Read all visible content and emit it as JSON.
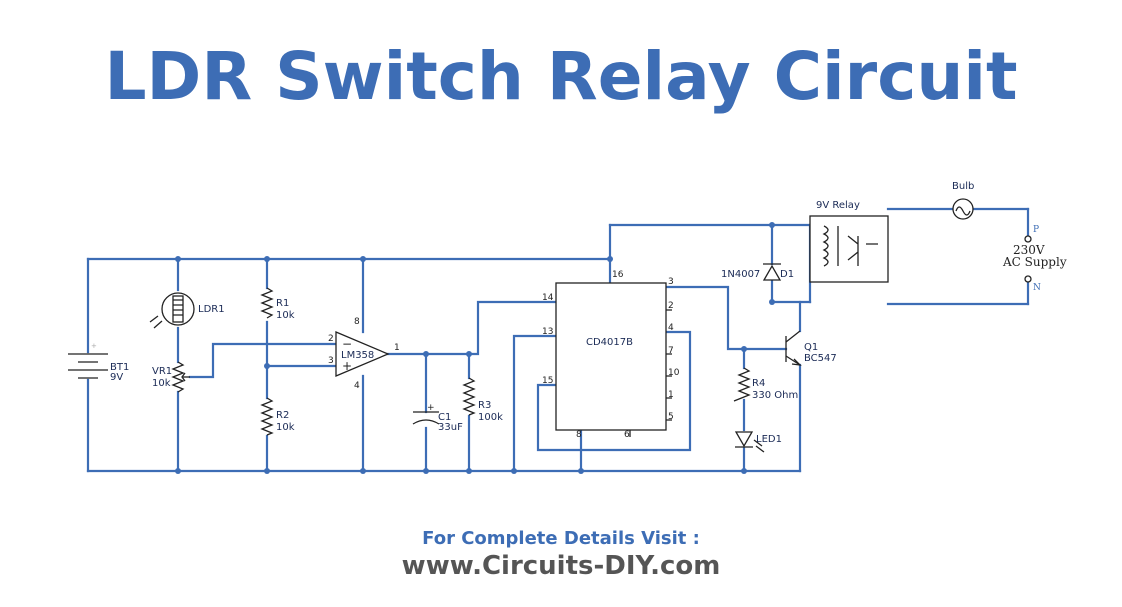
{
  "title": "LDR Switch Relay Circuit",
  "footer": {
    "line1": "For Complete Details Visit :",
    "line2": "www.Circuits-DIY.com"
  },
  "components": {
    "bt1": {
      "ref": "BT1",
      "value": "9V"
    },
    "ldr1": {
      "ref": "LDR1"
    },
    "vr1": {
      "ref": "VR1",
      "value": "10k"
    },
    "r1": {
      "ref": "R1",
      "value": "10k"
    },
    "r2": {
      "ref": "R2",
      "value": "10k"
    },
    "u1": {
      "ref": "LM358",
      "pin_minus": "2",
      "pin_plus": "3",
      "pin_out": "1",
      "pin_vcc": "8",
      "pin_gnd": "4"
    },
    "c1": {
      "ref": "C1",
      "value": "33uF"
    },
    "r3": {
      "ref": "R3",
      "value": "100k"
    },
    "u2": {
      "ref": "CD4017B",
      "pins": {
        "p16": "16",
        "p14": "14",
        "p13": "13",
        "p15": "15",
        "p8": "8",
        "p6": "6",
        "p3": "3",
        "p2": "2",
        "p4": "4",
        "p7": "7",
        "p10": "10",
        "p1": "1",
        "p5": "5"
      }
    },
    "d1": {
      "ref": "D1",
      "value": "1N4007"
    },
    "relay": {
      "ref": "9V Relay"
    },
    "r4": {
      "ref": "R4",
      "value": "330 Ohm"
    },
    "led1": {
      "ref": "LED1"
    },
    "q1": {
      "ref": "Q1",
      "value": "BC547"
    },
    "bulb": {
      "ref": "Bulb"
    },
    "supply": {
      "line1": "230V",
      "line2": "AC Supply",
      "p": "P",
      "n": "N"
    }
  },
  "colors": {
    "wire": "#3d6db5",
    "title": "#3d6db5",
    "footer_url": "#555555"
  }
}
